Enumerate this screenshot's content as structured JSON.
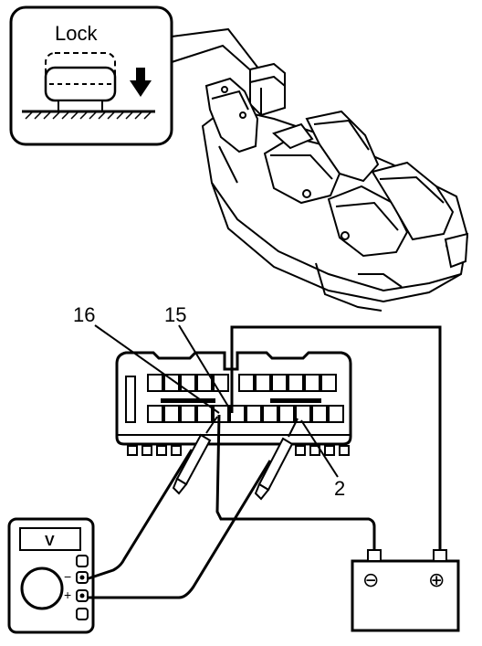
{
  "inset": {
    "label": "Lock"
  },
  "connector": {
    "pin_labels": {
      "pin16": "16",
      "pin15": "15",
      "pin2": "2"
    }
  },
  "meter": {
    "display": "V",
    "minus": "−",
    "plus": "+"
  },
  "battery": {
    "negative": "⊖",
    "positive": "⊕"
  }
}
